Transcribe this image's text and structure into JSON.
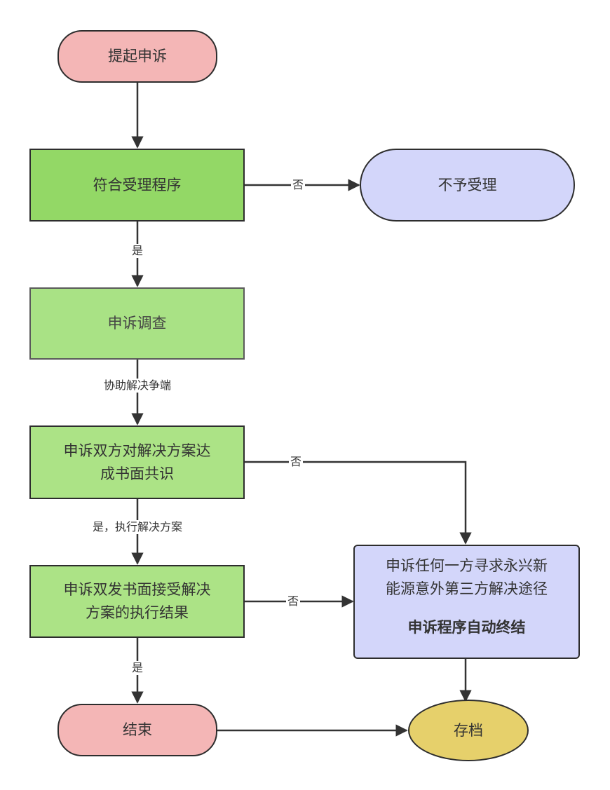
{
  "nodes": {
    "start": "提起申诉",
    "check": "符合受理程序",
    "reject": "不予受理",
    "investigate": "申诉调查",
    "agreement_line1": "申诉双方对解决方案达",
    "agreement_line2": "成书面共识",
    "accept_line1": "申诉双发书面接受解决",
    "accept_line2": "方案的执行结果",
    "other_line1": "申诉任何一方寻求永兴新",
    "other_line2": "能源意外第三方解决途径",
    "other_terminated": "申诉程序自动终结",
    "end": "结束",
    "archive": "存档"
  },
  "edges": {
    "check_no": "否",
    "check_yes": "是",
    "investigate_to_agreement": "协助解决争端",
    "agreement_no": "否",
    "agreement_yes": "是，执行解决方案",
    "accept_no": "否",
    "accept_yes": "是"
  },
  "colors": {
    "terminal": "#f4b6b6",
    "process_dark": "#93d866",
    "process": "#ace386",
    "reject_box": "#d3d6fa",
    "archive": "#e6d06b",
    "line": "#333333"
  }
}
